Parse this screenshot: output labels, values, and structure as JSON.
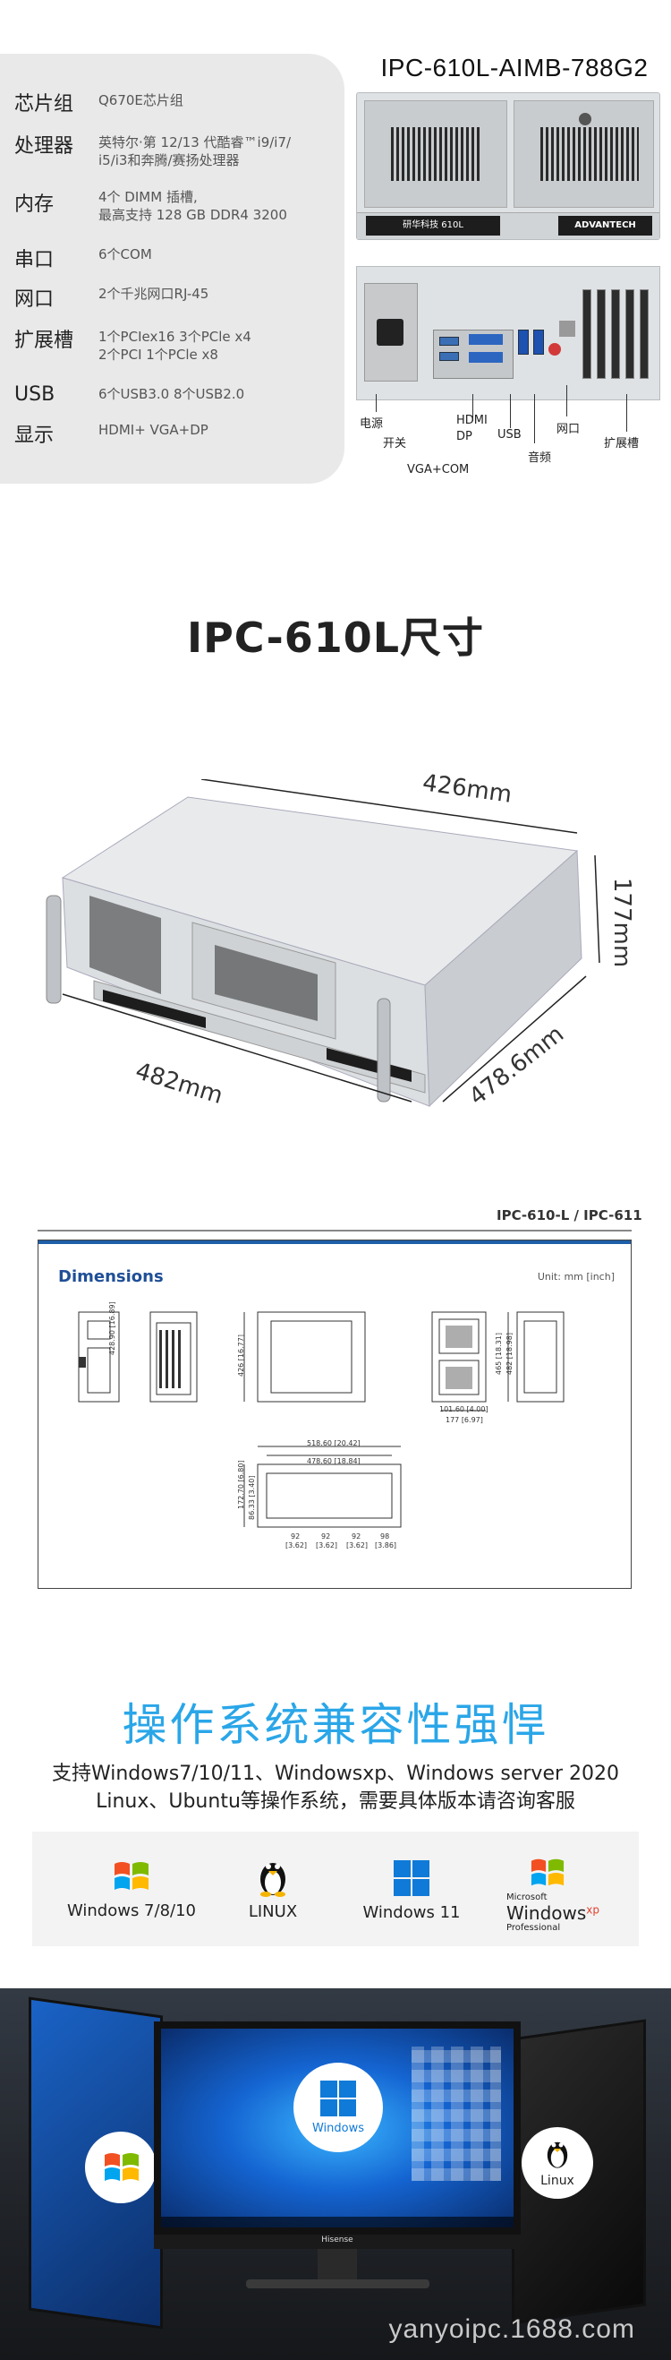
{
  "specs": [
    {
      "label": "芯片组",
      "lines": [
        "Q670E芯片组"
      ]
    },
    {
      "label": "处理器",
      "lines": [
        "英特尔·第 12/13 代酷睿™i9/i7/",
        "i5/i3和奔腾/赛扬处理器"
      ]
    },
    {
      "label": "内存",
      "lines": [
        "4个 DIMM 插槽,",
        "最高支持 128 GB DDR4 3200"
      ]
    },
    {
      "label": "串口",
      "lines": [
        "6个COM"
      ]
    },
    {
      "label": "网口",
      "lines": [
        "2个千兆网口RJ-45"
      ]
    },
    {
      "label": "扩展槽",
      "lines": [
        "1个PCIex16 3个PCle x4",
        "2个PCI 1个PCle x8"
      ]
    },
    {
      "label": "USB",
      "lines": [
        "6个USB3.0 8个USB2.0"
      ]
    },
    {
      "label": "显示",
      "lines": [
        "HDMI+ VGA+DP"
      ]
    }
  ],
  "product": {
    "model": "IPC-610L-AIMB-788G2",
    "front_badge": "研华科技 610L",
    "brand": "ADVANTECH"
  },
  "rear_labels": {
    "power": "电源",
    "switch": "开关",
    "hdmi": "HDMI",
    "dp": "DP",
    "usb": "USB",
    "audio": "音频",
    "lan": "网口",
    "expansion": "扩展槽",
    "vga_com": "VGA+COM"
  },
  "dimensions": {
    "title": "IPC-610L尺寸",
    "depth": "426mm",
    "height": "177mm",
    "width": "482mm",
    "length": "478.6mm"
  },
  "drawing": {
    "header": "IPC-610-L / IPC-611",
    "title": "Dimensions",
    "unit": "Unit: mm [inch]",
    "labels": {
      "d1": "428.90 [16.89]",
      "d2": "426 [16.77]",
      "d3": "465 [18.31]",
      "d4": "482 [18.98]",
      "d5": "101.60 [4.00]",
      "d6": "177 [6.97]",
      "d7": "518.60 [20.42]",
      "d8": "478.60 [18.84]",
      "d9": "172.70 [6.80]",
      "d10": "86.33 [3.40]",
      "d11": "92",
      "d11b": "[3.62]",
      "d12": "92",
      "d12b": "[3.62]",
      "d13": "92",
      "d13b": "[3.62]",
      "d14": "98",
      "d14b": "[3.86]"
    }
  },
  "os": {
    "title": "操作系统兼容性强悍",
    "desc1": "支持Windows7/10/11、Windowsxp、Windows server 2020",
    "desc2": "Linux、Ubuntu等操作系统，需要具体版本请咨询客服",
    "items": [
      {
        "label": "Windows 7/8/10",
        "icon": "windows-flag-icon"
      },
      {
        "label": "LINUX",
        "icon": "tux-icon"
      },
      {
        "label": "Windows 11",
        "icon": "windows11-icon"
      },
      {
        "label": "Windows",
        "icon": "windows-xp-icon",
        "pre": "Microsoft",
        "sup": "xp",
        "sub": "Professional"
      }
    ]
  },
  "monitor": {
    "center_label": "Windows",
    "right_label": "Linux",
    "brand": "Hisense"
  },
  "watermark": "yanyoipc.1688.com",
  "colors": {
    "accent": "#2aa6e8",
    "drawing_blue": "#1f4f97"
  }
}
